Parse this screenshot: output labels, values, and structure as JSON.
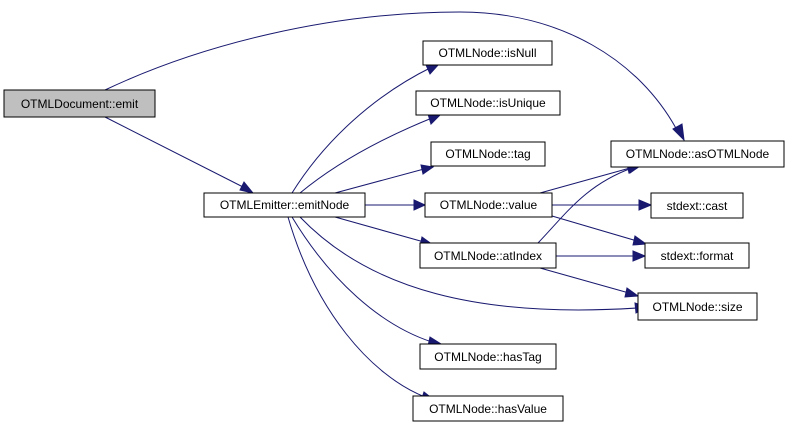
{
  "colors": {
    "edge": "#191970",
    "root_fill": "#bfbfbf",
    "node_fill": "#ffffff",
    "border": "#000000"
  },
  "nodes": {
    "doc_emit": {
      "label": "OTMLDocument::emit"
    },
    "emitter_emitNode": {
      "label": "OTMLEmitter::emitNode"
    },
    "isNull": {
      "label": "OTMLNode::isNull"
    },
    "isUnique": {
      "label": "OTMLNode::isUnique"
    },
    "tag": {
      "label": "OTMLNode::tag"
    },
    "value": {
      "label": "OTMLNode::value"
    },
    "atIndex": {
      "label": "OTMLNode::atIndex"
    },
    "hasTag": {
      "label": "OTMLNode::hasTag"
    },
    "hasValue": {
      "label": "OTMLNode::hasValue"
    },
    "asOTMLNode": {
      "label": "OTMLNode::asOTMLNode"
    },
    "cast": {
      "label": "stdext::cast"
    },
    "format": {
      "label": "stdext::format"
    },
    "size": {
      "label": "OTMLNode::size"
    }
  },
  "edges": [
    {
      "from": "OTMLDocument::emit",
      "to": "OTMLNode::asOTMLNode"
    },
    {
      "from": "OTMLDocument::emit",
      "to": "OTMLEmitter::emitNode"
    },
    {
      "from": "OTMLEmitter::emitNode",
      "to": "OTMLNode::isNull"
    },
    {
      "from": "OTMLEmitter::emitNode",
      "to": "OTMLNode::isUnique"
    },
    {
      "from": "OTMLEmitter::emitNode",
      "to": "OTMLNode::tag"
    },
    {
      "from": "OTMLEmitter::emitNode",
      "to": "OTMLNode::value"
    },
    {
      "from": "OTMLEmitter::emitNode",
      "to": "OTMLNode::atIndex"
    },
    {
      "from": "OTMLEmitter::emitNode",
      "to": "OTMLNode::size"
    },
    {
      "from": "OTMLEmitter::emitNode",
      "to": "OTMLNode::hasTag"
    },
    {
      "from": "OTMLEmitter::emitNode",
      "to": "OTMLNode::hasValue"
    },
    {
      "from": "OTMLNode::value",
      "to": "OTMLNode::asOTMLNode"
    },
    {
      "from": "OTMLNode::value",
      "to": "stdext::cast"
    },
    {
      "from": "OTMLNode::value",
      "to": "stdext::format"
    },
    {
      "from": "OTMLNode::atIndex",
      "to": "OTMLNode::asOTMLNode"
    },
    {
      "from": "OTMLNode::atIndex",
      "to": "stdext::format"
    },
    {
      "from": "OTMLNode::atIndex",
      "to": "OTMLNode::size"
    }
  ]
}
